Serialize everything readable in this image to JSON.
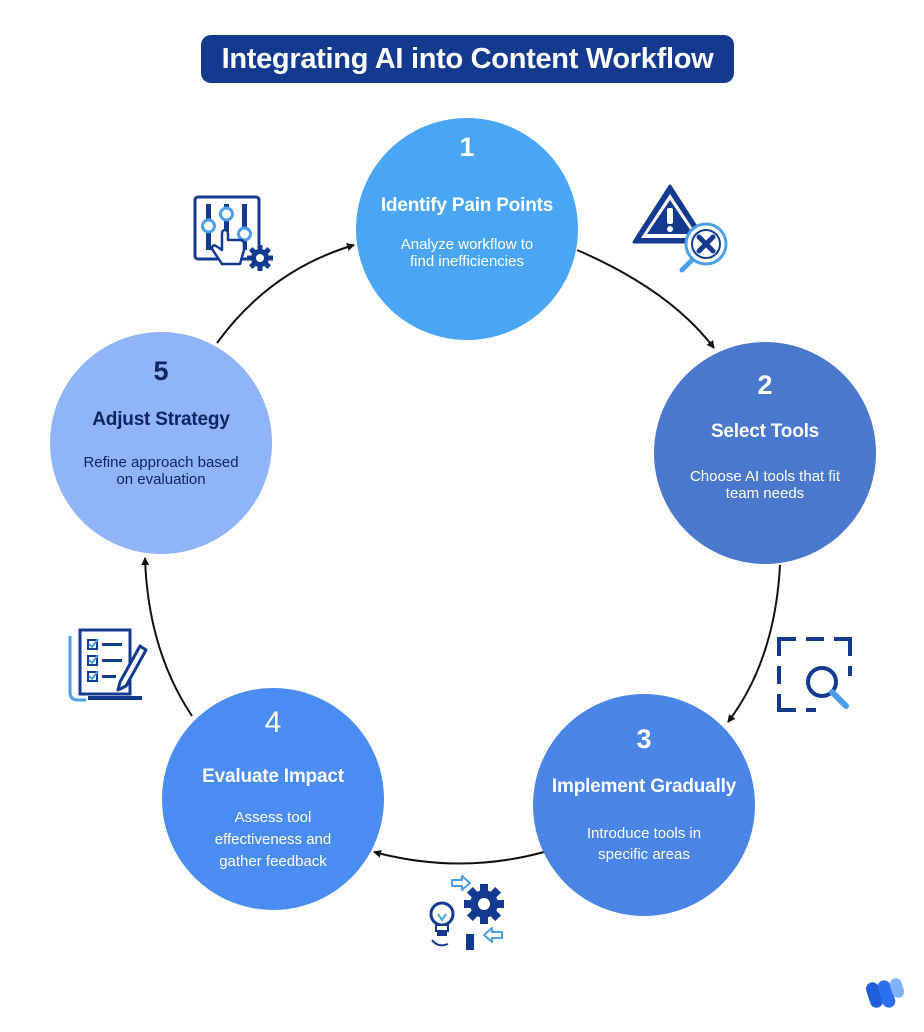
{
  "title": "Integrating AI into Content Workflow",
  "colors": {
    "title_bg": "#143a8f",
    "step1": "#4aa6f5",
    "step2": "#4a78cc",
    "step3": "#4a84e4",
    "step4": "#4b8cf2",
    "step5": "#8fb5f8",
    "icon_navy": "#143a8f",
    "icon_accent": "#4a9fe8"
  },
  "steps": [
    {
      "number": "1",
      "title": "Identify Pain Points",
      "description": "Analyze workflow to find inefficiencies",
      "icon": "warning-magnifier-icon"
    },
    {
      "number": "2",
      "title": "Select Tools",
      "description": "Choose AI tools that fit team needs",
      "icon": "search-frame-icon"
    },
    {
      "number": "3",
      "title": "Implement Gradually",
      "description": "Introduce tools in specific areas",
      "icon": "lightbulb-gear-icon"
    },
    {
      "number": "4",
      "title": "Evaluate Impact",
      "description": "Assess tool effectiveness and gather feedback",
      "icon": "checklist-pencil-icon"
    },
    {
      "number": "5",
      "title": "Adjust Strategy",
      "description": "Refine approach based on evaluation",
      "icon": "sliders-gear-icon"
    }
  ]
}
